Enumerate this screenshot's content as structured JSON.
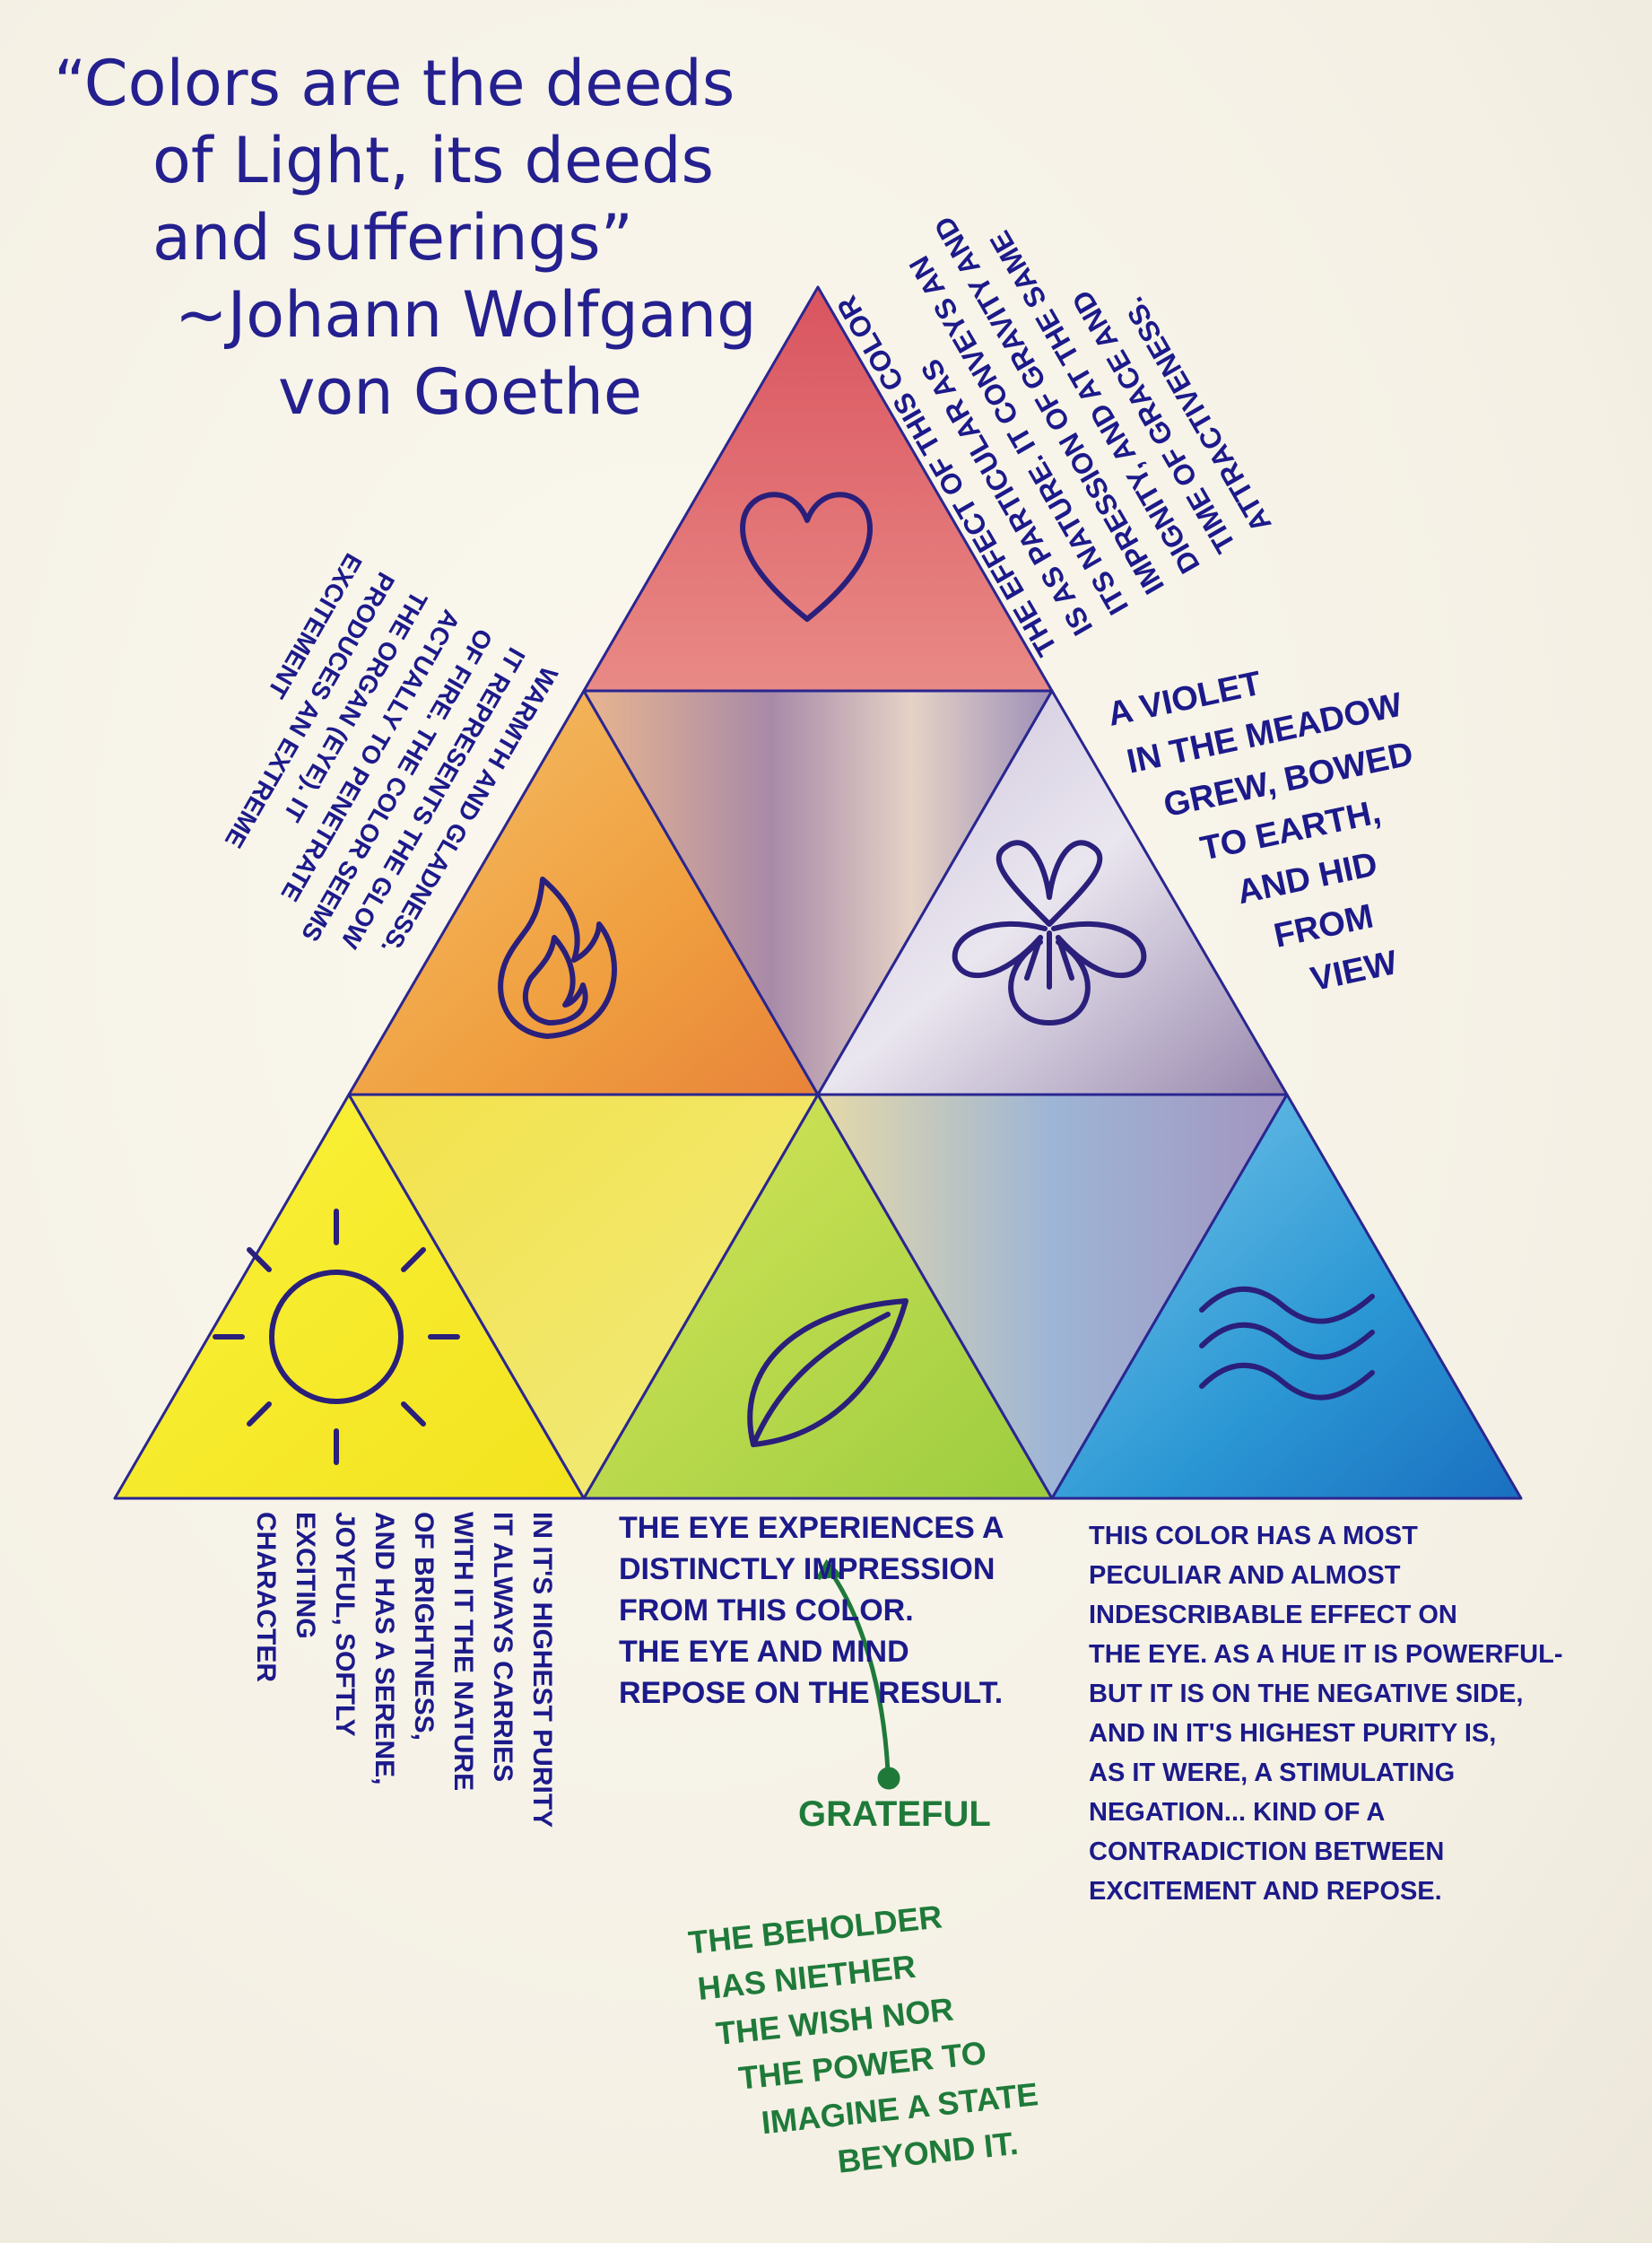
{
  "quote": {
    "lines": [
      "“Colors are the deeds",
      "of Light, its deeds",
      "and sufferings”",
      "~Johann Wolfgang",
      "von Goethe"
    ]
  },
  "red_note": {
    "lines": [
      "The effect of this color",
      "is as particular as",
      "its nature. It conveys an",
      "impression of gravity and",
      "dignity, and at the same",
      "time of grace and",
      "attractiveness."
    ]
  },
  "orange_note": {
    "lines": [
      "Warmth and gladness.",
      "It represents the glow",
      "of fire. The color seems",
      "actually to penetrate",
      "the organ (eye). It",
      "produces an extreme",
      "excitement"
    ]
  },
  "violet_note": {
    "lines": [
      "A violet",
      "in the meadow",
      "grew, bowed",
      "to earth,",
      "and hid",
      "from",
      "view"
    ]
  },
  "yellow_note": {
    "lines": [
      "In it's highest purity",
      "it always carries",
      "with it the nature",
      "of brightness,",
      "and has a serene,",
      "joyful, softly",
      "exciting",
      "character"
    ]
  },
  "green_note": {
    "lines": [
      "The eye experiences a",
      "distinctly impression",
      "from this color.",
      "The eye and mind",
      "repose on the result."
    ]
  },
  "blue_note": {
    "lines": [
      "This color has a most",
      "peculiar and almost",
      "indescribable effect on",
      "the eye. As a hue it is powerful-",
      "but it is on the negative side,",
      "and in it's highest purity is,",
      "as it were, a stimulating",
      "negation... kind of a",
      "contradiction between",
      "excitement and repose."
    ]
  },
  "grateful_label": "Grateful",
  "beholder_note": {
    "lines": [
      "The beholder",
      "has niether",
      "the wish nor",
      "the power to",
      "imagine a state",
      "beyond it."
    ]
  },
  "colors": {
    "ink_blue": "#1c1a8a",
    "ink_green": "#1f7a3a",
    "red": "#e06a6e",
    "orange": "#f2a43c",
    "violet": "#b3a8c9",
    "yellow": "#f7ec2a",
    "green": "#b9d94a",
    "blue": "#2f9fd8"
  }
}
